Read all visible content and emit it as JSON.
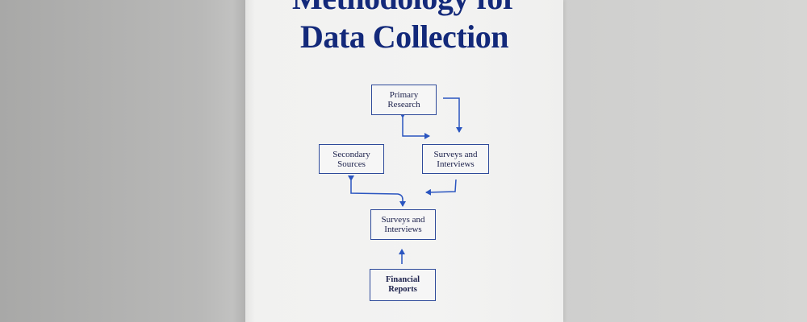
{
  "cover": {
    "title_line1": "Methodology for",
    "title_line2": "Data Collection"
  },
  "diagram": {
    "nodes": [
      {
        "id": "primary",
        "label": "Primary Research"
      },
      {
        "id": "secondary",
        "label": "Secondary Sources"
      },
      {
        "id": "surveys_right",
        "label": "Surveys and Interviews"
      },
      {
        "id": "surveys_center",
        "label": "Surveys and Interviews"
      },
      {
        "id": "financial",
        "label": "Financial Reports"
      }
    ],
    "edges": [
      {
        "from": "primary",
        "to": "surveys_right"
      },
      {
        "from": "primary",
        "to": "surveys_right",
        "bidirectional": true
      },
      {
        "from": "surveys_right",
        "to": "surveys_center"
      },
      {
        "from": "surveys_center",
        "to": "secondary",
        "bidirectional": true
      },
      {
        "from": "financial",
        "to": "surveys_center"
      }
    ],
    "colors": {
      "title": "#13297a",
      "arrow": "#2a55c0",
      "box_border": "#2e4a9a"
    }
  }
}
